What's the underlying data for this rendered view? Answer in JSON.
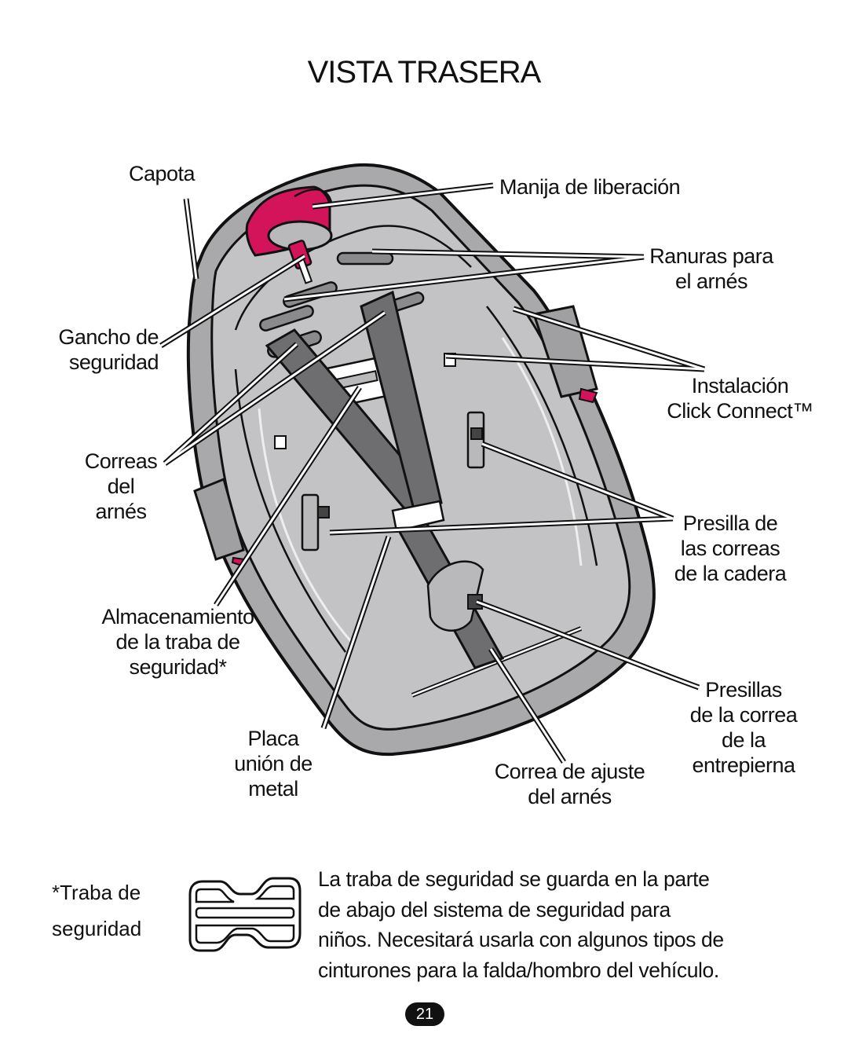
{
  "title": "VISTA TRASERA",
  "labels": {
    "capota": "Capota",
    "manija": "Manija de liberación",
    "ranuras": [
      "Ranuras para",
      "el arnés"
    ],
    "gancho": [
      "Gancho de",
      "seguridad"
    ],
    "instalacion": [
      "Instalación",
      "Click Connect™"
    ],
    "correas": [
      "Correas",
      "del",
      "arnés"
    ],
    "presilla_cadera": [
      "Presilla de",
      "las correas",
      "de la cadera"
    ],
    "almacenamiento": [
      "Almacenamiento",
      "de la traba de",
      "seguridad*"
    ],
    "presillas_entrepierna": [
      "Presillas",
      "de la correa",
      "de la",
      "entrepierna"
    ],
    "placa": [
      "Placa",
      "unión de",
      "metal"
    ],
    "correa_ajuste": [
      "Correa de ajuste",
      "del arnés"
    ]
  },
  "footnote": {
    "label": [
      "*Traba de",
      "seguridad"
    ],
    "text": [
      "La traba de seguridad se guarda en la parte",
      "de abajo del sistema de seguridad para",
      "niños. Necesitará usarla con algunos tipos de",
      "cinturones para la falda/hombro del vehículo."
    ]
  },
  "page_number": "21",
  "colors": {
    "accent": "#d4145a",
    "seat_gray": "#b9b9bb",
    "strap_gray": "#6e6e70",
    "outline": "#111111"
  },
  "icons": {
    "lock": "locking-clip-icon"
  }
}
